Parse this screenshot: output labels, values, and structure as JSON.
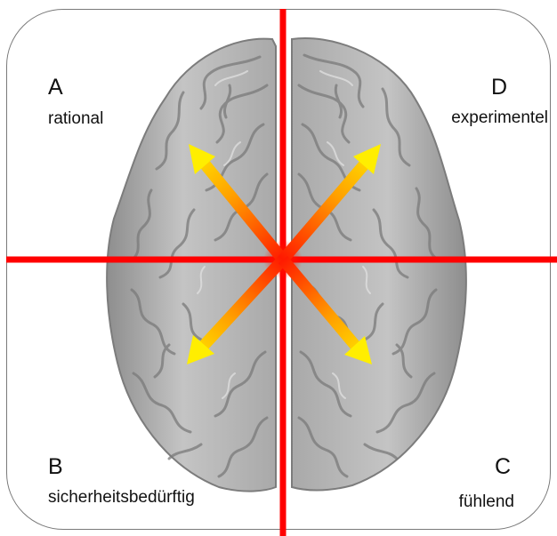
{
  "quadrants": {
    "a": {
      "letter": "A",
      "label": "rational"
    },
    "b": {
      "letter": "B",
      "label": "sicherheitsbedürftig"
    },
    "c": {
      "letter": "C",
      "label": "fühlend"
    },
    "d": {
      "letter": "D",
      "label": "experimentel"
    }
  },
  "colors": {
    "axis_lines": "#ff0000",
    "arrow_start": "#ff1a00",
    "arrow_end": "#ffee00",
    "brain": "#b9b9b9",
    "frame": "#7a7a7a"
  },
  "icons": {
    "center_image": "brain-top-view-icon",
    "arrows": "quadrant-arrow-icon"
  }
}
